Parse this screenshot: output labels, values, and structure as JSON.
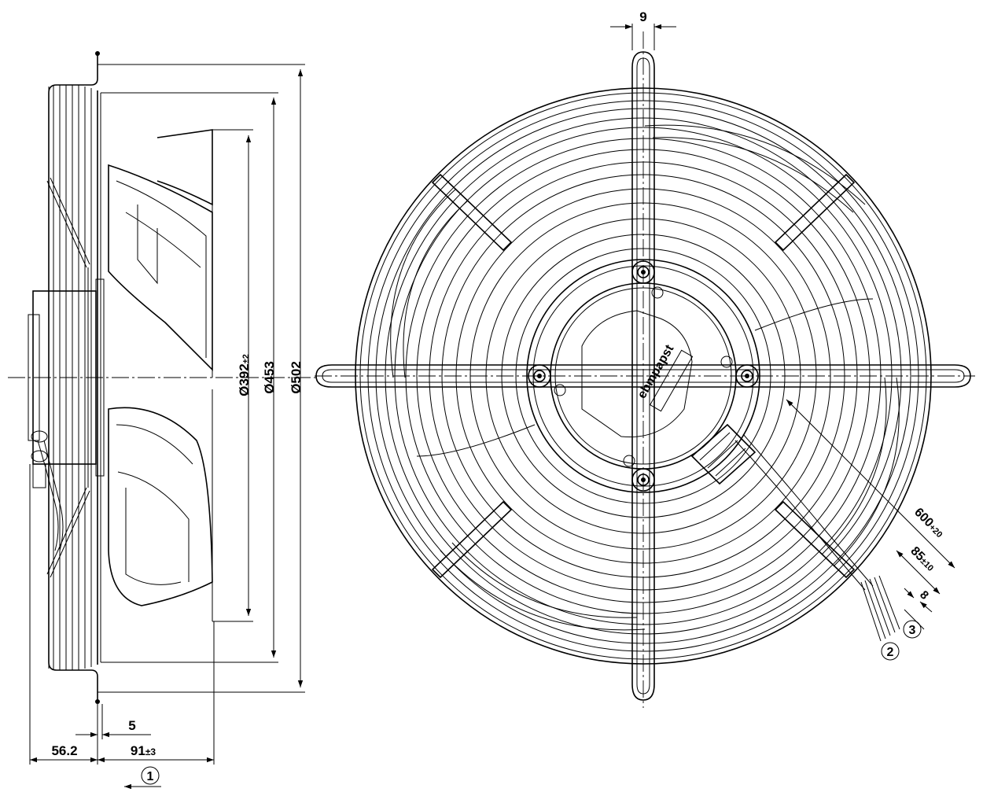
{
  "dimensions": {
    "d392": "Ø392",
    "d392_tol": "±2",
    "d453": "Ø453",
    "d502": "Ø502",
    "dim_9": "9",
    "dim_5": "5",
    "dim_56": "56.2",
    "dim_91": "91",
    "dim_91_tol": "±3",
    "cable_600": "600",
    "cable_600_tol": "+20",
    "cable_85": "85",
    "cable_85_tol": "±10",
    "cable_8": "8"
  },
  "callouts": {
    "one": "1",
    "two": "2",
    "three": "3"
  },
  "label": {
    "brand": "ebmpapst"
  }
}
